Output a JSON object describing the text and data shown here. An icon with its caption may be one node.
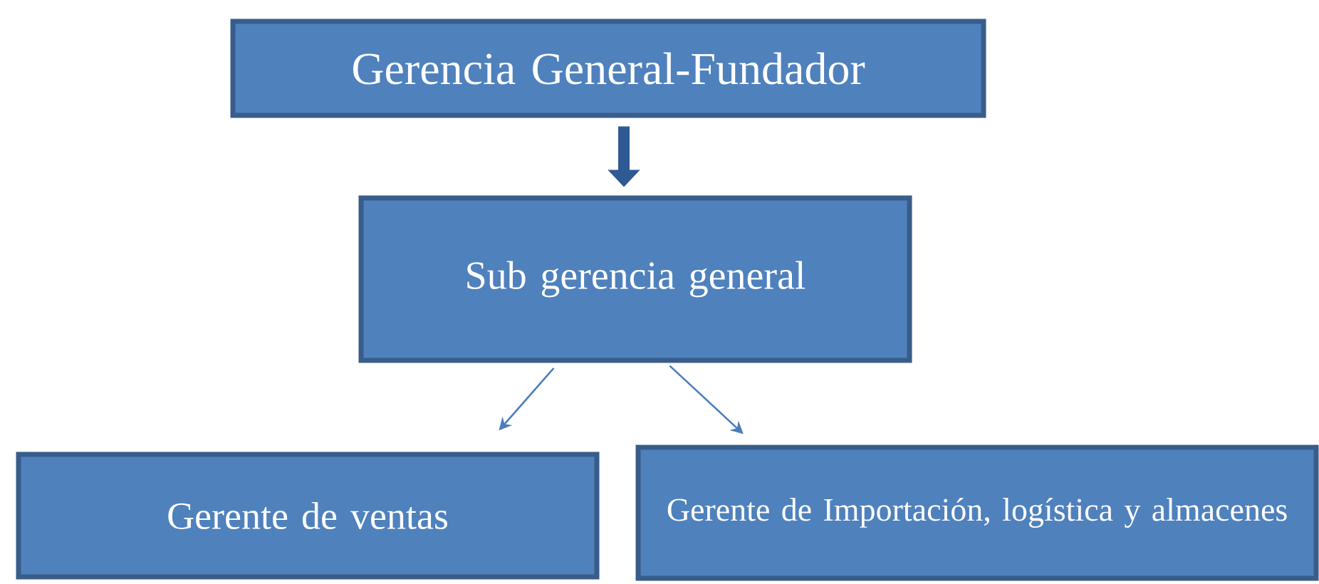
{
  "diagram": {
    "nodes": [
      {
        "text": [
          "Gerencia General-Fundador"
        ]
      },
      {
        "text": [
          "Sub gerencia general"
        ]
      },
      {
        "text": [
          "Gerente de ventas"
        ]
      },
      {
        "text": [
          "Gerente de Importación, logística y almacenes"
        ]
      }
    ],
    "edges": [
      {
        "from": 0,
        "to": 1,
        "arrow": "to",
        "style": "thick",
        "color": "#2f5a94"
      },
      {
        "from": 1,
        "to": 2,
        "arrow": "to"
      },
      {
        "from": 1,
        "to": 3,
        "arrow": "to"
      }
    ]
  }
}
